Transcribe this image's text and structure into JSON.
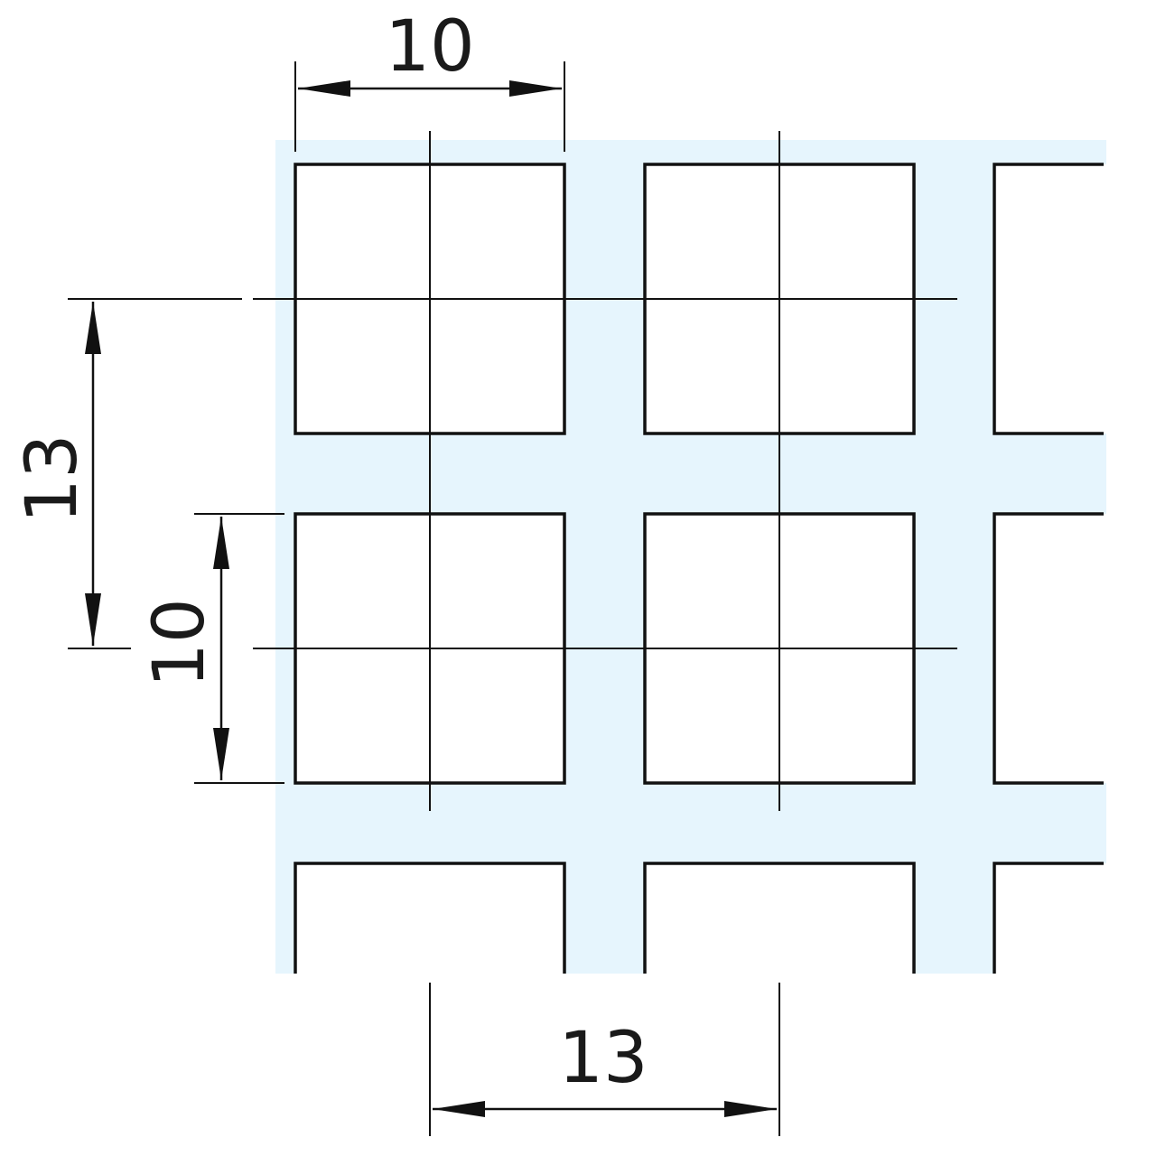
{
  "dimensions": {
    "hole_width_label": "10",
    "pitch_vertical_label": "13",
    "hole_height_label": "10",
    "pitch_horizontal_label": "13"
  },
  "colors": {
    "sheet_fill": "#e6f5fd",
    "line": "#111111"
  }
}
